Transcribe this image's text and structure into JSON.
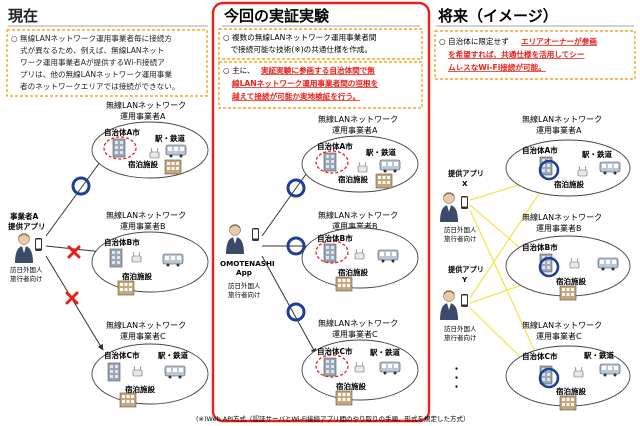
{
  "left": {
    "heading": "現在",
    "note_lines": [
      "○ 無線LANネットワーク運用事業者毎に接続方",
      "式が異なるため、例えば、無線LANネット",
      "ワーク運用事業者Aが提供するWi-Fi接続ア",
      "プリは、他の無線LANネットワーク運用事業",
      "者のネットワークエリアでは接続ができない。"
    ],
    "app_label": [
      "事業者A",
      "提供アプリ"
    ],
    "user_label": [
      "訪日外国人",
      "旅行者向け"
    ]
  },
  "center": {
    "heading": "今回の実証実験",
    "note1": [
      "○ 複数の無線LANネットワーク運用事業者間",
      "　で接続可能な技術(※)の共通仕様を作成。"
    ],
    "note2_plain": "○ 主に、",
    "note2_red": [
      "実証実験に参画する自治体間で無",
      "線LANネットワーク運用事業者間の垣根を",
      "越えて接続が可能か実地検証を行う。"
    ],
    "note2_tail": "",
    "app_label": [
      "OMOTENASHI",
      "App"
    ],
    "user_label": [
      "訪日外国人",
      "旅行者向け"
    ]
  },
  "right": {
    "heading": "将来（イメージ）",
    "note_plain": "○ 自治体に限定せず",
    "note_red": [
      "エリアオーナーが参画",
      "を希望すれば、共通仕様を活用してシー",
      "ムレスなWi-Fi接続が可能。"
    ],
    "app_x": [
      "提供アプリ",
      "X"
    ],
    "app_y": [
      "提供アプリ",
      "Y"
    ],
    "user_label": [
      "訪日外国人",
      "旅行者向け"
    ],
    "dots": "・・・"
  },
  "operators": {
    "a": [
      "無線LANネットワーク",
      "運用事業者A"
    ],
    "b": [
      "無線LANネットワーク",
      "運用事業者B"
    ],
    "c": [
      "無線LANネットワーク",
      "運用事業者C"
    ]
  },
  "cities": {
    "a": "自治体A市",
    "b": "自治体B市",
    "c": "自治体C市"
  },
  "facilities": {
    "station": "駅・鉄道",
    "hotel": "宿泊施設"
  },
  "footnote": "(※)Web API方式（認証サーバとWi-Fi接続アプリ間のやり取りの手順、形式を規定した方式）",
  "colors": {
    "red": "#e5211a",
    "orange": "#f5a623",
    "blue": "#1f3f95",
    "yellow": "#f6e24a"
  }
}
